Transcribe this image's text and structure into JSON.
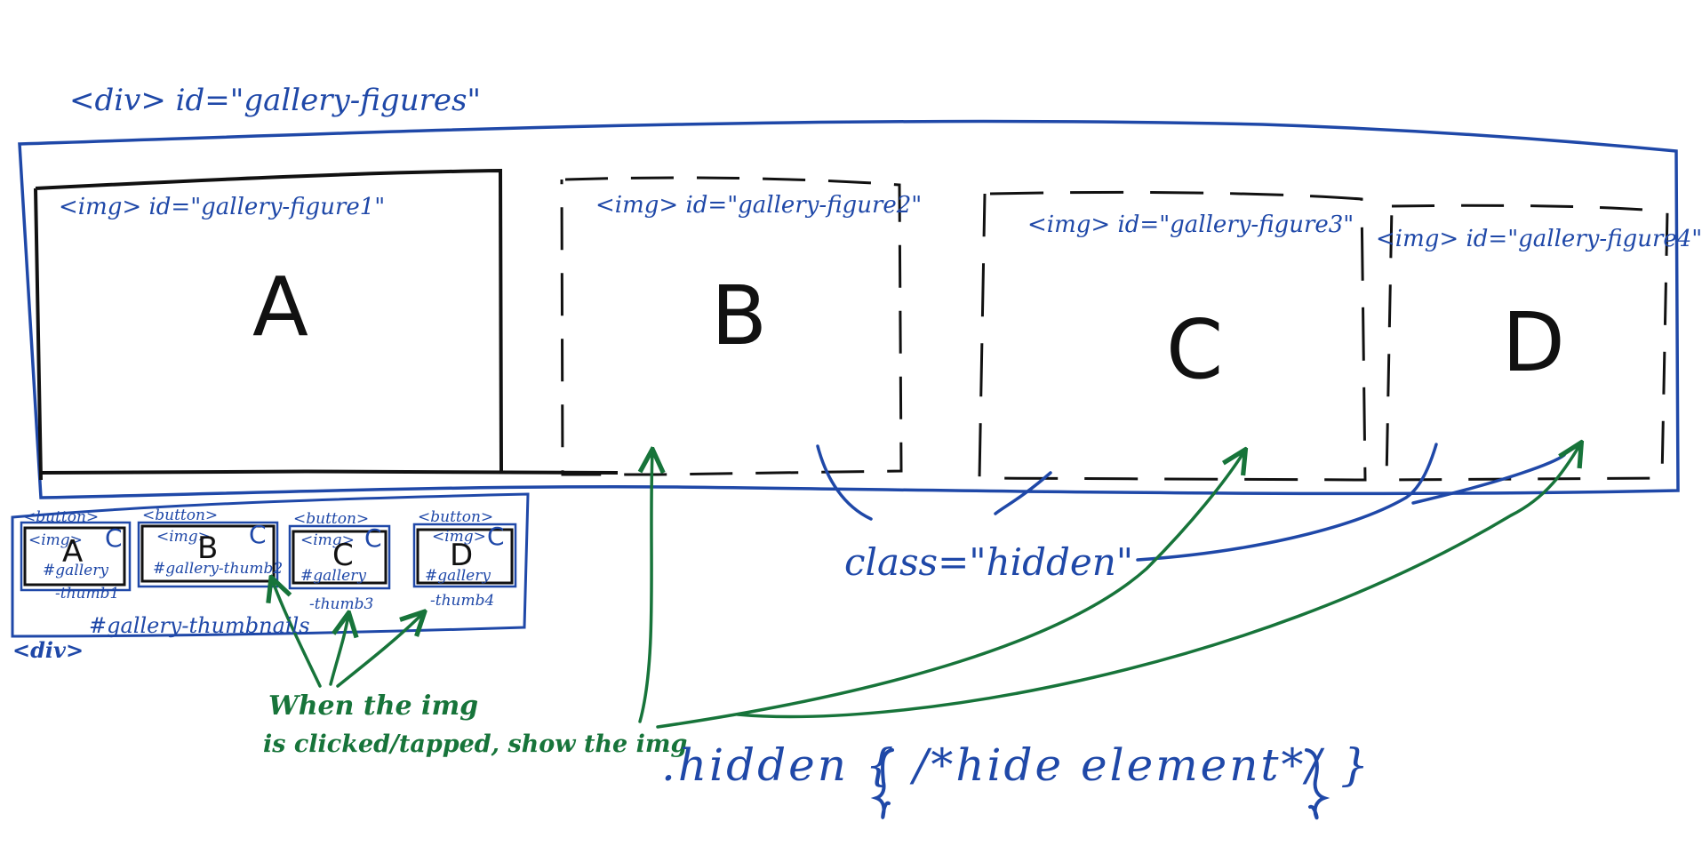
{
  "gallery_figures": {
    "container_label": "<div> id=\"gallery-figures\"",
    "figures": [
      {
        "label": "<img> id=\"gallery-figure1\"",
        "letter": "A"
      },
      {
        "label": "<img> id=\"gallery-figure2\"",
        "letter": "B"
      },
      {
        "label": "<img> id=\"gallery-figure3\"",
        "letter": "C"
      },
      {
        "label": "<img> id=\"gallery-figure4\"",
        "letter": "D"
      }
    ]
  },
  "gallery_thumbnails": {
    "container_label": "#gallery-thumbnails",
    "div_label": "<div>",
    "thumbs": [
      {
        "button": "<button>",
        "img": "<img>",
        "letter": "A",
        "mark": "C",
        "id_line1": "#gallery",
        "id_line2": "-thumb1"
      },
      {
        "button": "<button>",
        "img": "<img>",
        "letter": "B",
        "mark": "C",
        "id_line1": "#gallery-thumb2",
        "id_line2": ""
      },
      {
        "button": "<button>",
        "img": "<img>",
        "letter": "C",
        "mark": "C",
        "id_line1": "#gallery",
        "id_line2": "-thumb3"
      },
      {
        "button": "<button>",
        "img": "<img>",
        "letter": "D",
        "mark": "C",
        "id_line1": "#gallery",
        "id_line2": "-thumb4"
      }
    ]
  },
  "annotations": {
    "class_hidden": "class=\"hidden\"",
    "click_note_line1": "When the img",
    "click_note_line2": "is clicked/tapped, show the img",
    "css_rule": ".hidden { /*hide element*/ }"
  },
  "colors": {
    "ink_blue": "#1f48a8",
    "ink_green": "#17743a",
    "ink_black": "#111111"
  }
}
